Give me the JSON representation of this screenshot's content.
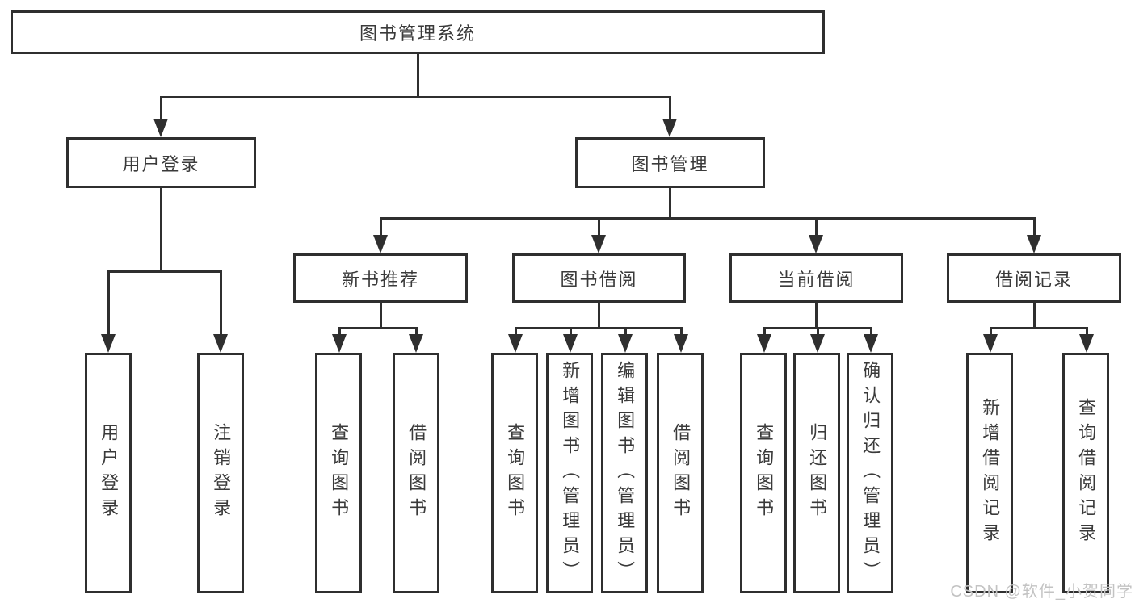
{
  "diagram": {
    "root": "图书管理系统",
    "level1": [
      "用户登录",
      "图书管理"
    ],
    "level2": [
      "新书推荐",
      "图书借阅",
      "当前借阅",
      "借阅记录"
    ],
    "leaves_user_login": [
      "用户登录",
      "注销登录"
    ],
    "leaves_new_book": [
      "查询图书",
      "借阅图书"
    ],
    "leaves_book_borrow": [
      "查询图书",
      "新增图书（管理员）",
      "编辑图书（管理员）",
      "借阅图书"
    ],
    "leaves_current_borrow": [
      "查询图书",
      "归还图书",
      "确认归还（管理员）"
    ],
    "leaves_borrow_record": [
      "新增借阅记录",
      "查询借阅记录"
    ]
  },
  "watermark": "CSDN @软件_小贺同学",
  "colors": {
    "line": "#2f2f2f",
    "box_border": "#2f2f2f",
    "text": "#3a3a3a",
    "watermark": "#c3c3c3",
    "background": "#ffffff"
  }
}
